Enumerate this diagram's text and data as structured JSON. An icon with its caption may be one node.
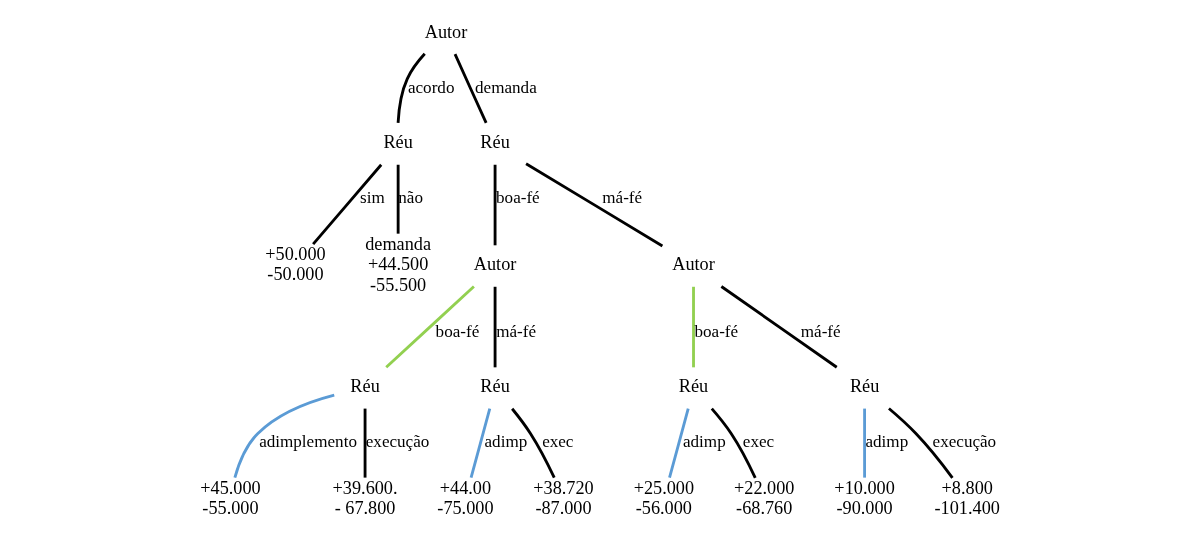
{
  "diagram": {
    "nodes": [
      {
        "text": [
          "Autor"
        ]
      },
      {
        "text": [
          "Réu"
        ]
      },
      {
        "text": [
          "Réu"
        ]
      },
      {
        "text": [
          "+50.000",
          "-50.000"
        ]
      },
      {
        "text": [
          "demanda",
          "+44.500",
          "-55.500"
        ]
      },
      {
        "text": [
          "Autor"
        ]
      },
      {
        "text": [
          "Autor"
        ]
      },
      {
        "text": [
          "Réu"
        ]
      },
      {
        "text": [
          "Réu"
        ]
      },
      {
        "text": [
          "Réu"
        ]
      },
      {
        "text": [
          "Réu"
        ]
      },
      {
        "text": [
          "+45.000",
          "-55.000"
        ]
      },
      {
        "text": [
          "+39.600.",
          "- 67.800"
        ]
      },
      {
        "text": [
          "+44.00",
          "-75.000"
        ]
      },
      {
        "text": [
          "+38.720",
          "-87.000"
        ]
      },
      {
        "text": [
          "+25.000",
          "-56.000"
        ]
      },
      {
        "text": [
          "+22.000",
          "-68.760"
        ]
      },
      {
        "text": [
          "+10.000",
          "-90.000"
        ]
      },
      {
        "text": [
          "+8.800",
          "-101.400"
        ]
      }
    ],
    "edges": [
      {
        "from": 0,
        "to": 1,
        "arrow": "none",
        "label": "acordo"
      },
      {
        "from": 0,
        "to": 2,
        "arrow": "none",
        "label": "demanda"
      },
      {
        "from": 1,
        "to": 3,
        "arrow": "none",
        "label": "sim"
      },
      {
        "from": 1,
        "to": 4,
        "arrow": "none",
        "label": "não"
      },
      {
        "from": 2,
        "to": 5,
        "arrow": "none",
        "label": "boa-fé"
      },
      {
        "from": 2,
        "to": 6,
        "arrow": "none",
        "label": "má-fé"
      },
      {
        "from": 5,
        "to": 7,
        "arrow": "none",
        "label": "boa-fé",
        "color": "#92d050"
      },
      {
        "from": 5,
        "to": 8,
        "arrow": "none",
        "label": "má-fé"
      },
      {
        "from": 6,
        "to": 9,
        "arrow": "none",
        "label": "boa-fé",
        "color": "#92d050"
      },
      {
        "from": 6,
        "to": 10,
        "arrow": "none",
        "label": "má-fé"
      },
      {
        "from": 7,
        "to": 11,
        "arrow": "none",
        "label": "adimplemento",
        "color": "#5b9bd5"
      },
      {
        "from": 7,
        "to": 12,
        "arrow": "none",
        "label": "execução"
      },
      {
        "from": 8,
        "to": 13,
        "arrow": "none",
        "label": "adimp",
        "color": "#5b9bd5"
      },
      {
        "from": 8,
        "to": 14,
        "arrow": "none",
        "label": "exec"
      },
      {
        "from": 9,
        "to": 15,
        "arrow": "none",
        "label": "adimp",
        "color": "#5b9bd5"
      },
      {
        "from": 9,
        "to": 16,
        "arrow": "none",
        "label": "exec"
      },
      {
        "from": 10,
        "to": 17,
        "arrow": "none",
        "label": "adimp",
        "color": "#5b9bd5"
      },
      {
        "from": 10,
        "to": 18,
        "arrow": "none",
        "label": "execução"
      }
    ]
  }
}
